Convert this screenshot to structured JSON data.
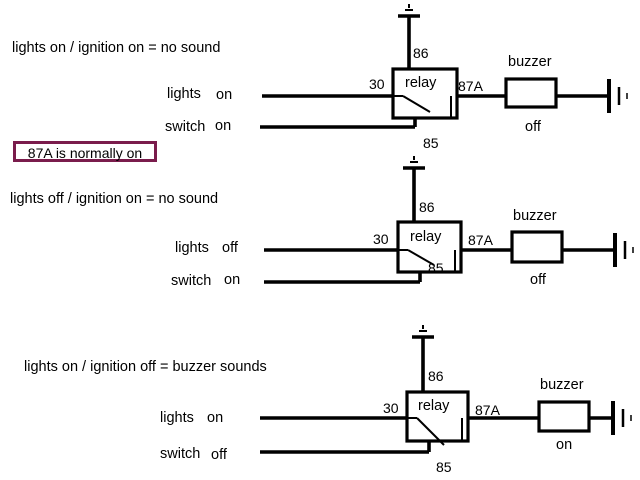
{
  "note": "87A  is normally on",
  "colors": {
    "note_border": "#7a1c4c",
    "ink": "#000000",
    "background": "#ffffff"
  },
  "panels": [
    {
      "title": "lights on / ignition on = no sound",
      "lights_label": "lights",
      "lights_state": "on",
      "switch_label": "switch",
      "switch_state": "on",
      "relay_label": "relay",
      "pin_86": "86",
      "pin_30": "30",
      "pin_87a": "87A",
      "pin_85": "85",
      "buzzer_label": "buzzer",
      "buzzer_state": "off"
    },
    {
      "title": "lights off / ignition on = no sound",
      "lights_label": "lights",
      "lights_state": "off",
      "switch_label": "switch",
      "switch_state": "on",
      "relay_label": "relay",
      "pin_86": "86",
      "pin_30": "30",
      "pin_87a": "87A",
      "pin_85": "85",
      "buzzer_label": "buzzer",
      "buzzer_state": "off"
    },
    {
      "title": "lights on / ignition off = buzzer sounds",
      "lights_label": "lights",
      "lights_state": "on",
      "switch_label": "switch",
      "switch_state": "off",
      "relay_label": "relay",
      "pin_86": "86",
      "pin_30": "30",
      "pin_87a": "87A",
      "pin_85": "85",
      "buzzer_label": "buzzer",
      "buzzer_state": "on"
    }
  ]
}
